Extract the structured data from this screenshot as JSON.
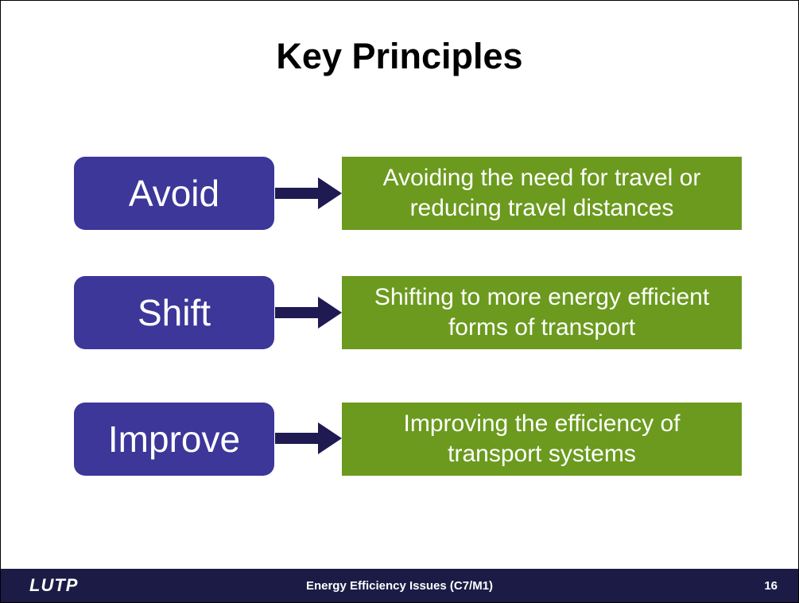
{
  "slide": {
    "title": "Key Principles"
  },
  "principles": [
    {
      "label": "Avoid",
      "description": "Avoiding the need for travel  or\nreducing travel distances"
    },
    {
      "label": "Shift",
      "description": "Shifting to more energy efficient\nforms of transport"
    },
    {
      "label": "Improve",
      "description": "Improving the efficiency of\ntransport systems"
    }
  ],
  "footer": {
    "logo": "LUTP",
    "course": "Energy Efficiency Issues (C7/M1)",
    "page_number": "16"
  },
  "colors": {
    "principle_box": "#3c3799",
    "description_box": "#6b9a1e",
    "arrow": "#1f1a52",
    "footer_bar": "#1c1b46"
  }
}
